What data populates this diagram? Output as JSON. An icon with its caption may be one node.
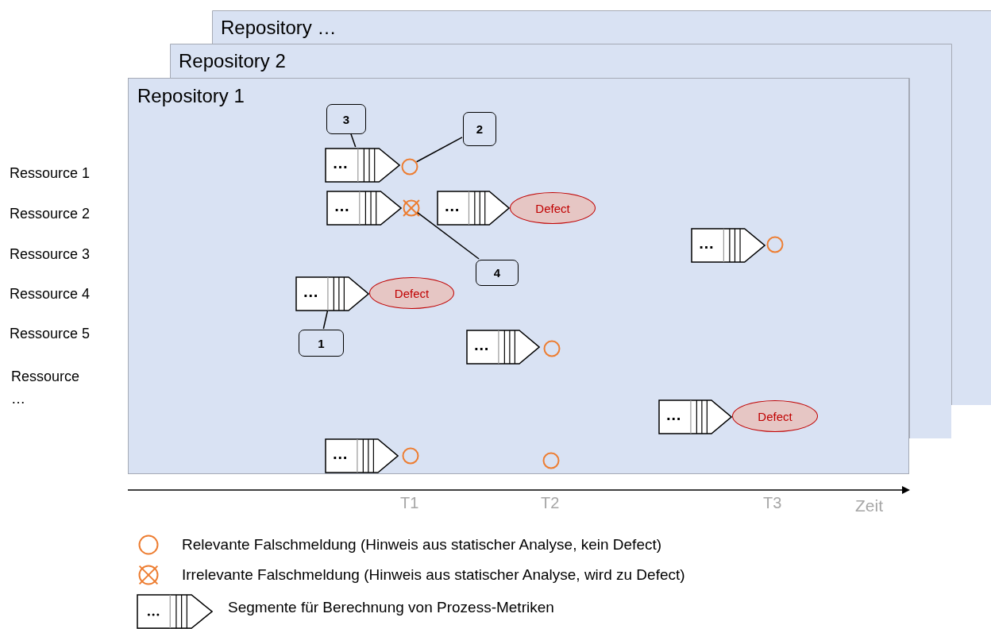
{
  "diagram": {
    "nodes": [
      {
        "text": [
          "Repository …"
        ]
      },
      {
        "text": [
          "Repository 2"
        ]
      },
      {
        "text": [
          "Repository 1"
        ]
      },
      {
        "text": [
          "3"
        ],
        "in": 2
      },
      {
        "text": [
          "2"
        ],
        "in": 2
      },
      {
        "text": [
          "…"
        ],
        "in": 2
      },
      {
        "text": [],
        "shape": "circle",
        "in": 2
      },
      {
        "text": [
          "…"
        ],
        "in": 2
      },
      {
        "text": [],
        "shape": "circle",
        "in": 2
      },
      {
        "text": [
          "…"
        ],
        "in": 2
      },
      {
        "text": [
          "Defect"
        ],
        "in": 2
      },
      {
        "text": [
          "4"
        ],
        "in": 2
      },
      {
        "text": [
          "…"
        ],
        "in": 2
      },
      {
        "text": [],
        "shape": "circle",
        "in": 2
      },
      {
        "text": [
          "…"
        ],
        "in": 2
      },
      {
        "text": [
          "Defect"
        ],
        "in": 2
      },
      {
        "text": [
          "1"
        ],
        "in": 2
      },
      {
        "text": [
          "…"
        ],
        "in": 2
      },
      {
        "text": [],
        "shape": "circle",
        "in": 2
      },
      {
        "text": [
          "…"
        ],
        "in": 2
      },
      {
        "text": [
          "Defect"
        ],
        "in": 2
      },
      {
        "text": [
          "…"
        ],
        "in": 2
      },
      {
        "text": [],
        "shape": "circle",
        "in": 2
      },
      {
        "text": [],
        "shape": "circle",
        "in": 2
      }
    ],
    "edges": [
      {
        "from": 3,
        "to": 5,
        "arrow": "none"
      },
      {
        "from": 4,
        "to": 6,
        "arrow": "none"
      },
      {
        "from": 11,
        "to": 8,
        "arrow": "none"
      },
      {
        "from": 16,
        "to": 14,
        "arrow": "none"
      }
    ],
    "labels": [
      "Ressource 1",
      "Ressource 2",
      "Ressource 3",
      "Ressource 4",
      "Ressource 5",
      "Ressource …",
      "T1",
      "T2",
      "T3",
      "Zeit"
    ],
    "legend": [
      {
        "text": "Relevante Falschmeldung (Hinweis aus statischer Analyse, kein Defect)"
      },
      {
        "text": "Irrelevante Falschmeldung (Hinweis aus statischer Analyse, wird zu Defect)"
      },
      {
        "text": "Segmente für Berechnung von Prozess-Metriken"
      }
    ]
  }
}
